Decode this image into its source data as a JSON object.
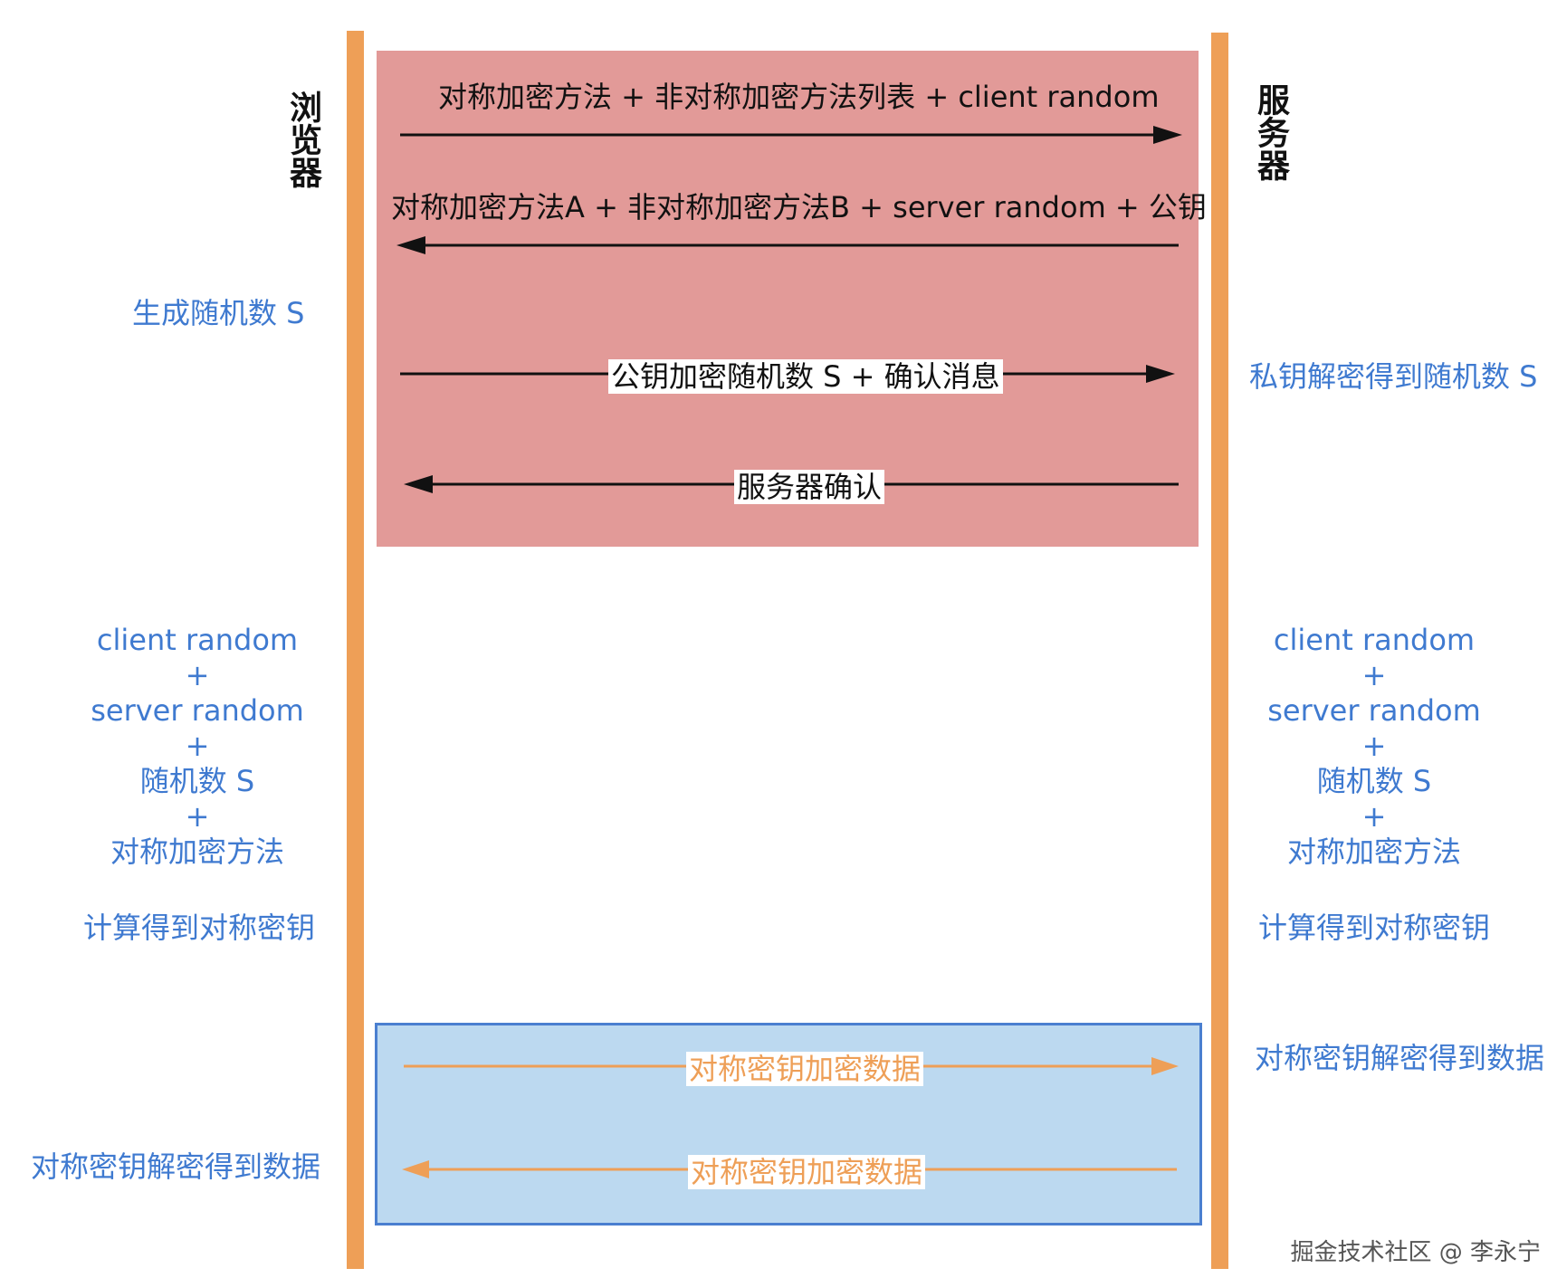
{
  "actors": {
    "browser": "浏览器",
    "server": "服务器"
  },
  "colors": {
    "lifeline": "#ee9f57",
    "handshake_box": "#e29a98",
    "data_box_fill": "#bcd9f0",
    "data_box_border": "#4a7fd0",
    "note_text": "#3f7ad0",
    "data_arrow": "#ee9f57",
    "handshake_arrow": "#111111"
  },
  "messages": {
    "m1": "对称加密方法 + 非对称加密方法列表 + client random",
    "m2": "对称加密方法A + 非对称加密方法B + server random +  公钥",
    "m3": "公钥加密随机数 S + 确认消息",
    "m4": "服务器确认",
    "m5": "对称密钥加密数据",
    "m6": "对称密钥加密数据"
  },
  "browser_notes": {
    "gen_random": "生成随机数 S",
    "key_inputs": [
      "client random",
      "+",
      "server random",
      "+",
      "随机数 S",
      "+",
      "对称加密方法"
    ],
    "compute_key": "计算得到对称密钥",
    "decrypt_data": "对称密钥解密得到数据"
  },
  "server_notes": {
    "decrypt_random": "私钥解密得到随机数 S",
    "key_inputs": [
      "client random",
      "+",
      "server random",
      "+",
      "随机数 S",
      "+",
      "对称加密方法"
    ],
    "compute_key": "计算得到对称密钥",
    "decrypt_data": "对称密钥解密得到数据"
  },
  "watermark": "掘金技术社区 @ 李永宁"
}
